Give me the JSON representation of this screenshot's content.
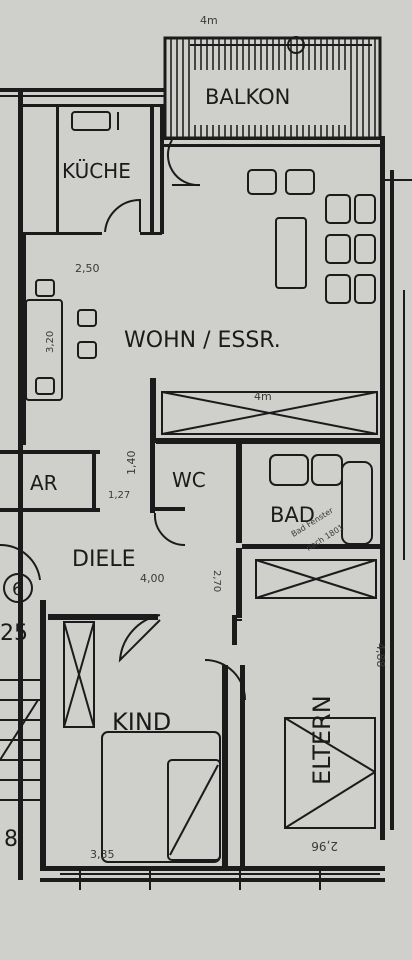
{
  "rooms": {
    "balkon": "BALKON",
    "kueche": "KÜCHE",
    "wohn": "WOHN / ESSR.",
    "wc": "WC",
    "bad": "BAD",
    "diele": "DIELE",
    "kind": "KIND",
    "eltern": "ELTERN",
    "ar": "AR"
  },
  "dimensions": {
    "balkon_width": "4m",
    "wohn_width": "4m",
    "kueche_depth": "2,50",
    "table_dim": "3,20",
    "wc_depth": "1,40",
    "ar_dim": "1,27",
    "diele_dim": "4,00",
    "bad_side": "2,70",
    "eltern_side": "4,88",
    "eltern_bottom": "2,96",
    "kind_bottom": "3,35",
    "stair_num_top": "6",
    "stair_num_mid": "25",
    "stair_num_bottom": "8"
  },
  "annotations": {
    "bad_note_1": "Bad Fenster",
    "bad_note_2": "nach 1801"
  },
  "colors": {
    "paper": "#cfcfcc",
    "ink": "#1b1b1b",
    "pencil": "#444444"
  }
}
